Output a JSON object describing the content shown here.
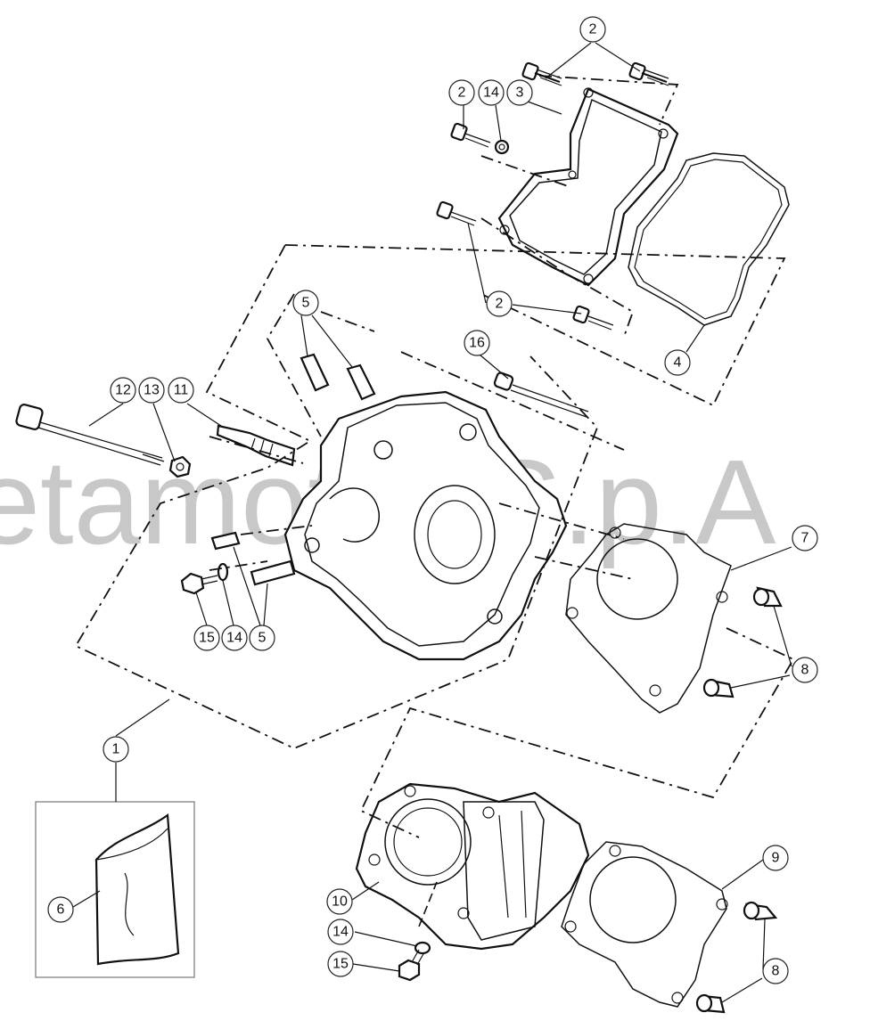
{
  "watermark": "etamotor S.p.A",
  "callouts": {
    "c1": "1",
    "c2a": "2",
    "c2b": "2",
    "c2c": "2",
    "c3": "3",
    "c4": "4",
    "c5a": "5",
    "c5b": "5",
    "c6": "6",
    "c7": "7",
    "c8a": "8",
    "c8b": "8",
    "c9": "9",
    "c10": "10",
    "c11": "11",
    "c12": "12",
    "c13": "13",
    "c14a": "14",
    "c14b": "14",
    "c14c": "14",
    "c15a": "15",
    "c15b": "15",
    "c16": "16"
  }
}
